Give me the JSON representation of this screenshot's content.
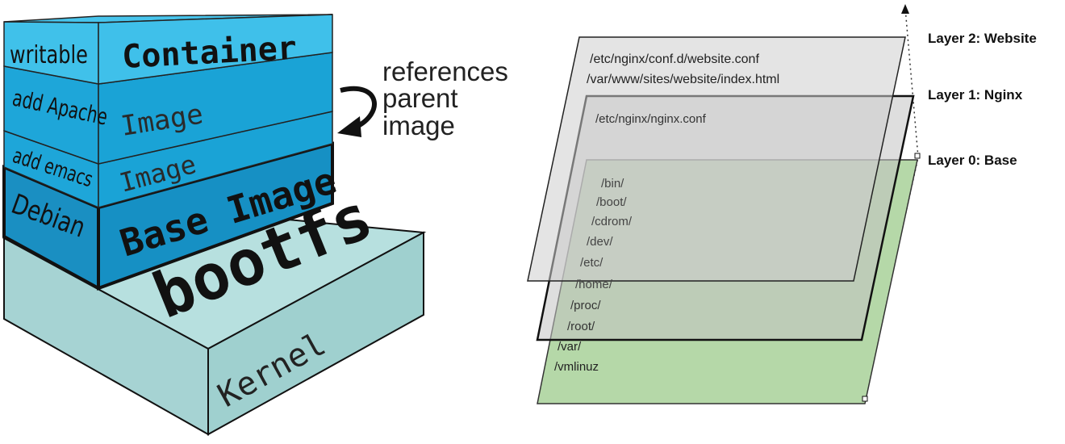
{
  "left_diagram": {
    "side_labels": {
      "writable": "writable",
      "add_apache": "add Apache",
      "add_emacs": "add emacs",
      "debian": "Debian"
    },
    "front_labels": {
      "container": "Container",
      "image_top": "Image",
      "image_bottom": "Image",
      "base_image": "Base Image",
      "bootfs": "bootfs",
      "kernel": "Kernel"
    },
    "annotation": [
      "references",
      "parent",
      "image"
    ],
    "colors": {
      "container": "#3fc0ea",
      "image": "#1aa3d6",
      "base": "#1690c4",
      "bootfs": "#b3dede",
      "kernel": "#9fd0cf",
      "outline": "#111111"
    }
  },
  "right_diagram": {
    "layer2": {
      "label": "Layer 2: Website",
      "files": [
        "/etc/nginx/conf.d/website.conf",
        "/var/www/sites/website/index.html"
      ]
    },
    "layer1": {
      "label": "Layer 1: Nginx",
      "files": [
        "/etc/nginx/nginx.conf"
      ]
    },
    "layer0": {
      "label": "Layer 0: Base",
      "files": [
        "/bin/",
        "/boot/",
        "/cdrom/",
        "/dev/",
        "/etc/",
        "/home/",
        "/proc/",
        "/root/",
        "/var/",
        "/vmlinuz"
      ]
    },
    "colors": {
      "base_fill": "#b5d8a8",
      "layer_fill": "#cfcfcf",
      "outline": "#111111"
    }
  }
}
